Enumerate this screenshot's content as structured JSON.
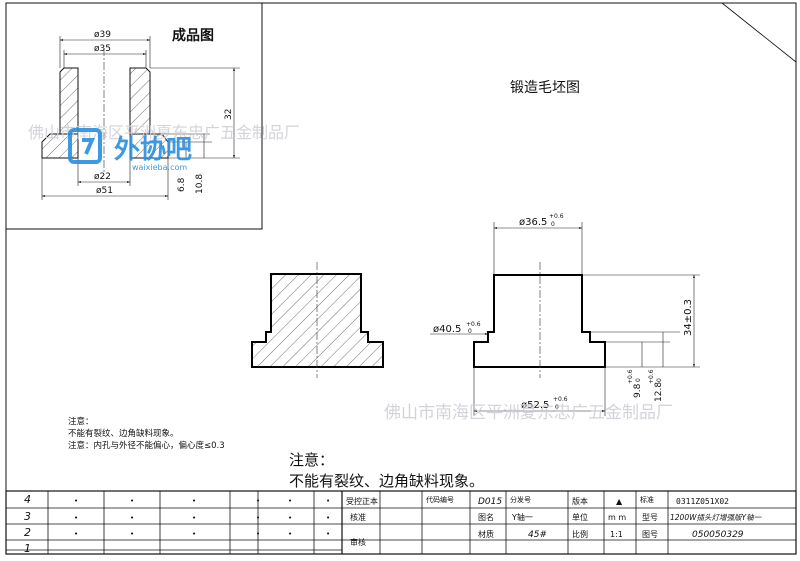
{
  "titles": {
    "finished_product": "成品图",
    "forging_blank": "锻造毛坯图"
  },
  "watermark": {
    "company": "佛山市南海区平洲夏东忠广五金制品厂",
    "logo_text": "外协吧",
    "logo_url": "waixieba.com"
  },
  "dims_finished": {
    "d39": "ø39",
    "d35": "ø35",
    "d22": "ø22",
    "d51": "ø51",
    "h32": "32",
    "h6_8": "6.8",
    "h10_8": "10.8"
  },
  "dims_blank": {
    "d36_5": "ø36.5",
    "d36_5_tol_up": "+0.6",
    "d36_5_tol_low": "0",
    "d40_5": "ø40.5",
    "d40_5_tol_up": "+0.6",
    "d40_5_tol_low": "0",
    "d52_5": "ø52.5",
    "d52_5_tol_up": "+0.6",
    "d52_5_tol_low": "0",
    "h34": "34±0.3",
    "h9_8": "9.8",
    "h9_8_tol_up": "+0.6",
    "h9_8_tol_low": "0",
    "h12_8": "12.8",
    "h12_8_tol_up": "+0.6",
    "h12_8_tol_low": "0"
  },
  "notes_small": {
    "label": "注意：",
    "line1": "不能有裂纹、边角缺料现象。",
    "line2": "注意：内孔与外径不能偏心，偏心度≤0.3"
  },
  "notes_large": {
    "label": "注意：",
    "line1": "不能有裂纹、边角缺料现象。"
  },
  "title_block": {
    "rev_rows": [
      "4",
      "3",
      "2",
      "1"
    ],
    "dot": "•",
    "dash": "-",
    "labels": {
      "approve": "受控正本",
      "code_no": "代码编号",
      "distribution": "分发号",
      "version": "版本",
      "standard": "标准",
      "check": "核准",
      "drawing_name": "图名",
      "unit": "单位",
      "model": "型号",
      "review": "审核",
      "material": "材质",
      "scale": "比例",
      "drawing_no": "图号"
    },
    "values": {
      "code_no": "D015",
      "drawing_name": "Y轴一",
      "material": "45#",
      "version_mark": "▲",
      "standard_no": "0311Z051X02",
      "unit": "m m",
      "scale": "1:1",
      "model": "1200W插头灯增强版Y轴一",
      "drawing_no": "050050329"
    }
  }
}
